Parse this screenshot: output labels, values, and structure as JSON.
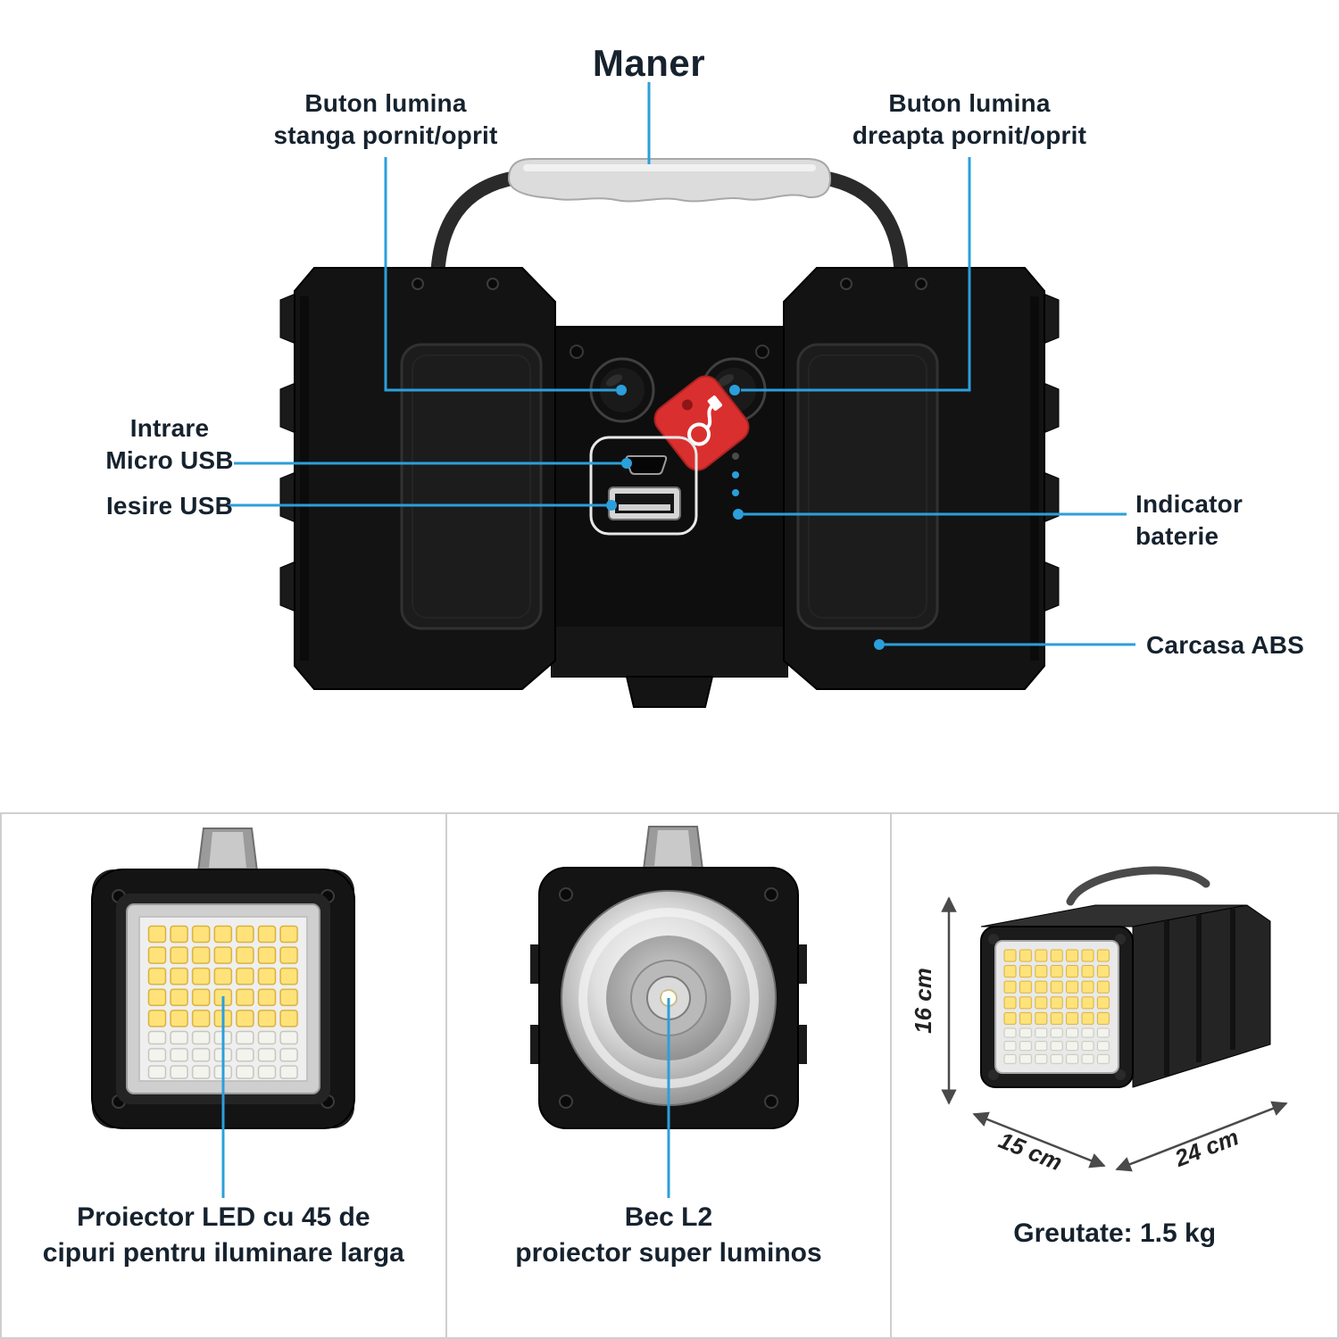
{
  "colors": {
    "accent": "#2b9fdb",
    "background": "#ffffff",
    "text": "#16222e",
    "panel_border": "#cfcfcf",
    "tag_red": "#da2f2f"
  },
  "main_diagram": {
    "title": "Maner",
    "callout_left_button_line1": "Buton lumina",
    "callout_left_button_line2": "stanga pornit/oprit",
    "callout_right_button_line1": "Buton lumina",
    "callout_right_button_line2": "dreapta pornit/oprit",
    "callout_micro_usb_line1": "Intrare",
    "callout_micro_usb_line2": "Micro USB",
    "callout_usb_out": "Iesire USB",
    "callout_battery_line1": "Indicator",
    "callout_battery_line2": "baterie",
    "callout_case": "Carcasa ABS"
  },
  "bottom_panels": {
    "panel1": {
      "caption_line1": "Proiector LED cu 45 de",
      "caption_line2": "cipuri pentru iluminare larga"
    },
    "panel2": {
      "caption_line1": "Bec L2",
      "caption_line2": "proiector super luminos"
    },
    "panel3": {
      "dimension_height": "16 cm",
      "dimension_depth": "15 cm",
      "dimension_width": "24 cm",
      "caption": "Greutate: 1.5 kg"
    }
  }
}
